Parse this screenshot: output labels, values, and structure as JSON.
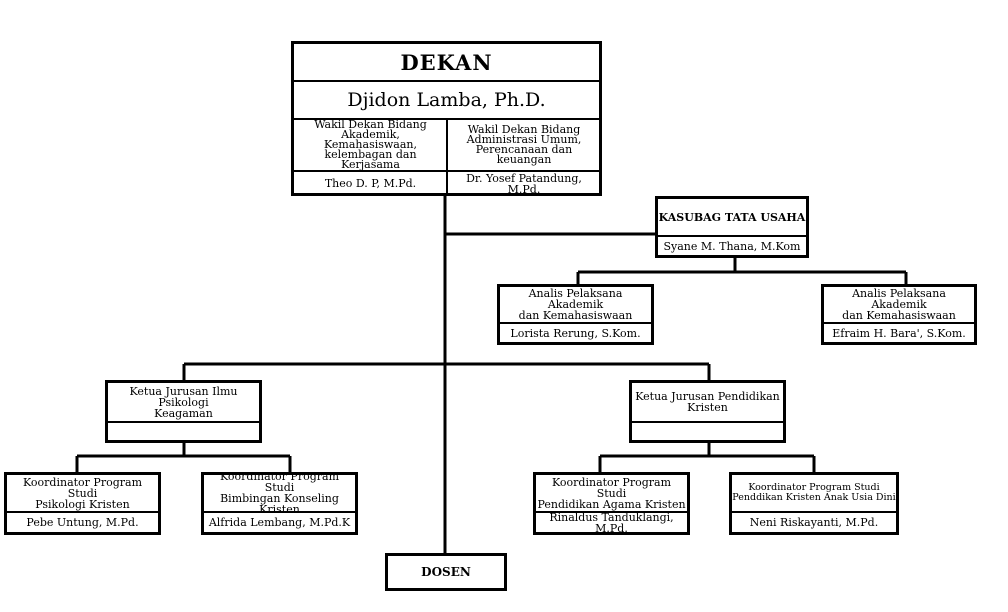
{
  "dekan": {
    "title": "DEKAN",
    "name": "Djidon Lamba, Ph.D.",
    "wakil_1": {
      "role": "Wakil Dekan Bidang\nAkademik,\nKemahasiswaan,\nkelembagan dan Kerjasama",
      "name": "Theo D. P, M.Pd."
    },
    "wakil_2": {
      "role": "Wakil Dekan Bidang\nAdministrasi Umum,\nPerencanaan dan\nkeuangan",
      "name": "Dr. Yosef Patandung, M.Pd."
    }
  },
  "kasubag": {
    "title": "KASUBAG TATA USAHA",
    "name": "Syane M. Thana, M.Kom"
  },
  "analis_1": {
    "role": "Analis Pelaksana Akademik\ndan Kemahasiswaan",
    "name": "Lorista Rerung, S.Kom."
  },
  "analis_2": {
    "role": "Analis Pelaksana Akademik\ndan Kemahasiswaan",
    "name": "Efraim H. Bara', S.Kom."
  },
  "kajur_psikologi": {
    "role": "Ketua Jurusan Ilmu Psikologi\nKeagaman",
    "name": ""
  },
  "kajur_pendidikan": {
    "role": "Ketua Jurusan Pendidikan\nKristen",
    "name": ""
  },
  "koord_psikologi": {
    "role": "Koordinator Program Studi\nPsikologi Kristen",
    "name": "Pebe Untung, M.Pd."
  },
  "koord_bk": {
    "role": "Koordinator Program Studi\nBimbingan Konseling Kristen",
    "name": "Alfrida Lembang, M.Pd.K"
  },
  "koord_pak": {
    "role": "Koordinator Program Studi\nPendidikan Agama Kristen",
    "name": "Rinaldus Tanduklangi, M.Pd."
  },
  "koord_paud": {
    "role": "Koordinator Program Studi\nPenddikan Kristen Anak Usia Dini",
    "name": "Neni Riskayanti, M.Pd."
  },
  "dosen": {
    "title": "DOSEN"
  }
}
